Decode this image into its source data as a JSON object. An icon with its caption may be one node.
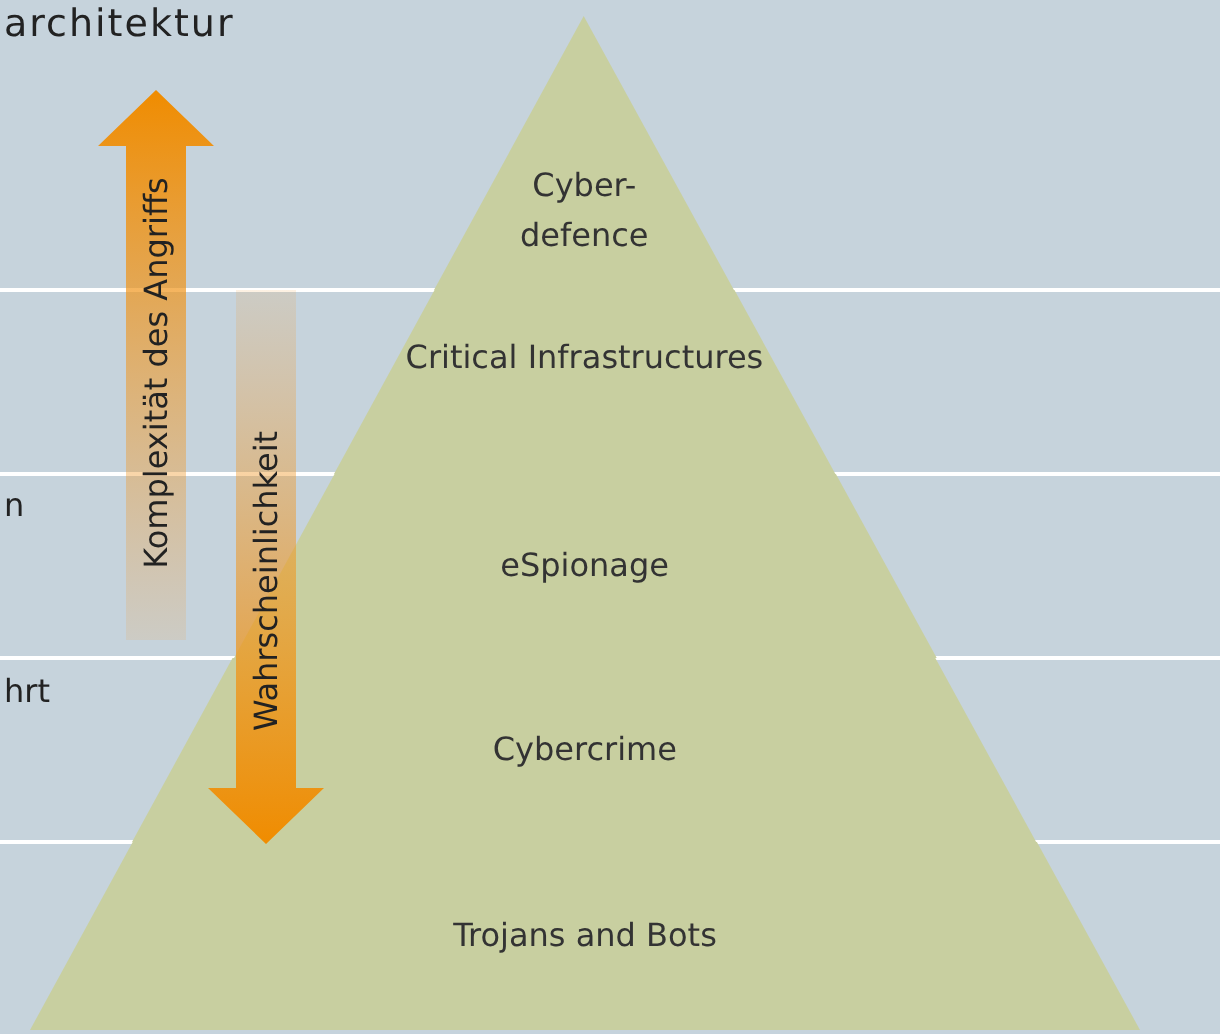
{
  "diagram": {
    "nodes": [
      {
        "text": [
          "Cyber-defence"
        ]
      },
      {
        "text": [
          "Critical Infrastructures"
        ]
      },
      {
        "text": [
          "eSpionage"
        ]
      },
      {
        "text": [
          "Cybercrime"
        ]
      },
      {
        "text": [
          "Trojans and Bots"
        ]
      }
    ],
    "labels": [
      "architektur",
      "Komplexität des Angriffs",
      "Wahrscheinlichkeit",
      "n",
      "hrt"
    ]
  }
}
